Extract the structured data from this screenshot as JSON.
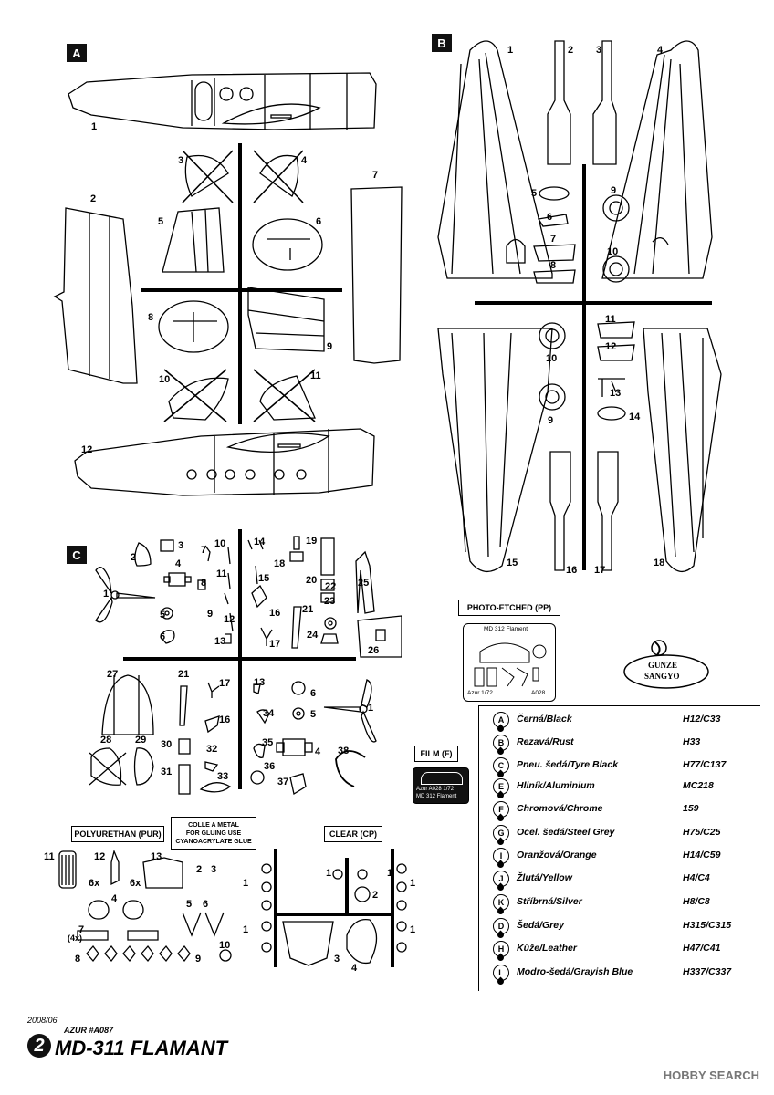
{
  "sections": {
    "a": {
      "label": "A",
      "parts": [
        "1",
        "2",
        "3",
        "4",
        "5",
        "6",
        "7",
        "8",
        "9",
        "10",
        "11",
        "12"
      ]
    },
    "b": {
      "label": "B",
      "parts": [
        "1",
        "2",
        "3",
        "4",
        "5",
        "6",
        "7",
        "8",
        "9",
        "10",
        "9",
        "10",
        "11",
        "12",
        "13",
        "14",
        "15",
        "16",
        "17",
        "18"
      ]
    },
    "c": {
      "label": "C"
    }
  },
  "photo_etched": {
    "title": "PHOTO-ETCHED (PP)",
    "fret_name": "MD 312 Flament",
    "scale": "Azur 1/72",
    "code": "A028"
  },
  "film": {
    "title": "FILM (F)",
    "line1": "Azur A028 1/72",
    "line2": "MD 312 Flament"
  },
  "polyurethan": {
    "title": "POLYURETHAN (PUR)"
  },
  "glue_note": {
    "line1": "COLLE A METAL",
    "line2": "FOR GLUING USE",
    "line3": "CYANOACRYLATE GLUE"
  },
  "clear": {
    "title": "CLEAR (CP)"
  },
  "brand": {
    "line1": "GUNZE",
    "line2": "SANGYO"
  },
  "paints": [
    {
      "key": "A",
      "name": "Černá/Black",
      "code": "H12/C33"
    },
    {
      "key": "B",
      "name": "Rezavá/Rust",
      "code": "H33"
    },
    {
      "key": "C",
      "name": "Pneu. šedá/Tyre Black",
      "code": "H77/C137"
    },
    {
      "key": "E",
      "name": "Hliník/Aluminium",
      "code": "MC218"
    },
    {
      "key": "F",
      "name": "Chromová/Chrome",
      "code": "159"
    },
    {
      "key": "G",
      "name": "Ocel. šedá/Steel Grey",
      "code": "H75/C25"
    },
    {
      "key": "I",
      "name": "Oranžová/Orange",
      "code": "H14/C59"
    },
    {
      "key": "J",
      "name": "Žlutá/Yellow",
      "code": "H4/C4"
    },
    {
      "key": "K",
      "name": "Stříbrná/Silver",
      "code": "H8/C8"
    },
    {
      "key": "D",
      "name": "Šedá/Grey",
      "code": "H315/C315"
    },
    {
      "key": "H",
      "name": "Kůže/Leather",
      "code": "H47/C41"
    },
    {
      "key": "L",
      "name": "Modro-šedá/Grayish Blue",
      "code": "H337/C337"
    }
  ],
  "footer": {
    "date": "2008/06",
    "code": "AZUR #A087",
    "page": "2",
    "title": "MD-311 FLAMANT"
  },
  "watermark": "HOBBY SEARCH",
  "c_parts": {
    "n1": "1",
    "n2": "2",
    "n3": "3",
    "n4": "4",
    "n5": "5",
    "n6": "6",
    "n7": "7",
    "n8": "8",
    "n9": "9",
    "n10": "10",
    "n11": "11",
    "n12": "12",
    "n13": "13",
    "n14": "14",
    "n15": "15",
    "n16": "16",
    "n17": "17",
    "n18": "18",
    "n19": "19",
    "n20": "20",
    "n21": "21",
    "n22": "22",
    "n23": "23",
    "n24": "24",
    "n25": "25",
    "n26": "26",
    "n27": "27",
    "n28": "28",
    "n29": "29",
    "n30": "30",
    "n31": "31",
    "n32": "32",
    "n33": "33",
    "n34": "34",
    "n35": "35",
    "n36": "36",
    "n37": "37",
    "n38": "38"
  },
  "pur_parts": {
    "p11": "11",
    "p12": "12",
    "p13": "13",
    "p2": "2",
    "p3": "3",
    "p4": "4",
    "p5": "5",
    "p6": "6",
    "p7": "7",
    "p8": "8",
    "p9": "9",
    "p10": "10",
    "x6a": "6x",
    "x6b": "6x",
    "x4": "(4x)"
  },
  "cp_parts": {
    "c1": "1",
    "c2": "2",
    "c3": "3",
    "c4": "4"
  }
}
